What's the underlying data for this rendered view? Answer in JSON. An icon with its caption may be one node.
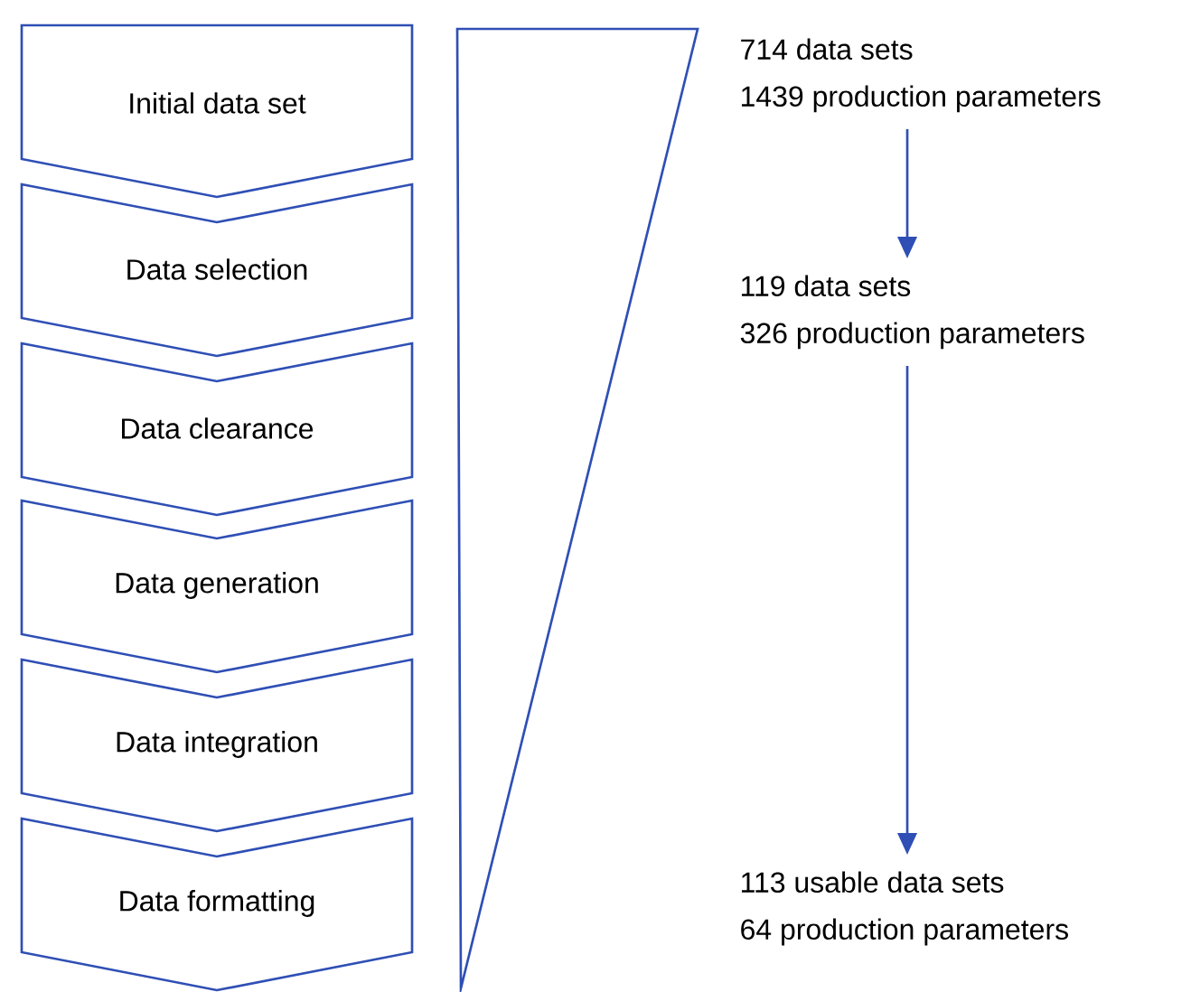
{
  "diagram": {
    "nodes": [
      {
        "text": [
          "Initial data set"
        ]
      },
      {
        "text": [
          "Data selection"
        ]
      },
      {
        "text": [
          "Data clearance"
        ]
      },
      {
        "text": [
          "Data generation"
        ]
      },
      {
        "text": [
          "Data integration"
        ]
      },
      {
        "text": [
          "Data formatting"
        ]
      },
      {
        "text": [],
        "shape": "triangle"
      },
      {
        "text": [
          "714 data sets",
          "1439 production parameters"
        ]
      },
      {
        "text": [
          "119 data sets",
          "326 production parameters"
        ]
      },
      {
        "text": [
          "113 usable data sets",
          "64 production parameters"
        ]
      }
    ],
    "edges": [
      {
        "from": 7,
        "to": 8,
        "arrow": "to"
      },
      {
        "from": 8,
        "to": 9,
        "arrow": "to"
      }
    ]
  }
}
